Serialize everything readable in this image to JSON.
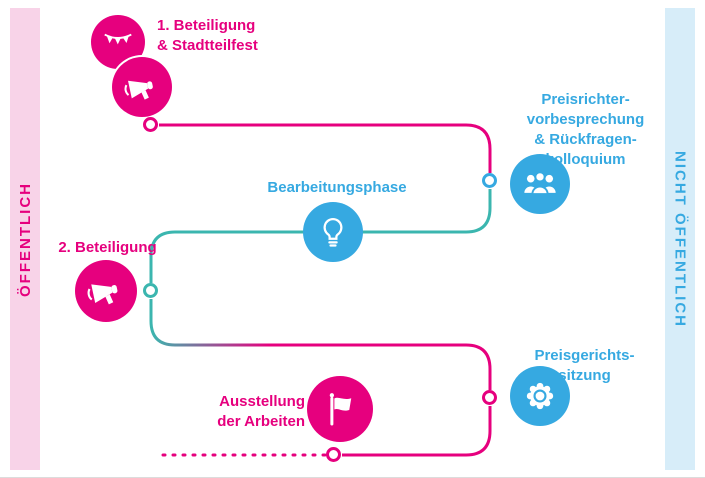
{
  "colors": {
    "pink": "#e6007e",
    "blue": "#36a9e1",
    "teal": "#3bb6af",
    "pink_light": "#f8d3e8",
    "blue_light": "#d7edf9"
  },
  "sidebar_left": {
    "label": "ÖFFENTLICH"
  },
  "sidebar_right": {
    "label": "NICHT ÖFFENTLICH"
  },
  "nodes": {
    "beteiligung1": {
      "lines": [
        "1. Beteiligung",
        "& Stadtteilfest"
      ]
    },
    "preisrichter": {
      "lines": [
        "Preisrichter-",
        "vorbesprechung",
        "& Rückfragen-",
        "kolloquium"
      ]
    },
    "bearbeitungsphase": {
      "label": "Bearbeitungsphase"
    },
    "beteiligung2": {
      "label": "2. Beteiligung"
    },
    "preisgericht": {
      "lines": [
        "Preisgerichts-",
        "sitzung"
      ]
    },
    "ausstellung": {
      "lines": [
        "Ausstellung",
        "der Arbeiten"
      ]
    }
  }
}
